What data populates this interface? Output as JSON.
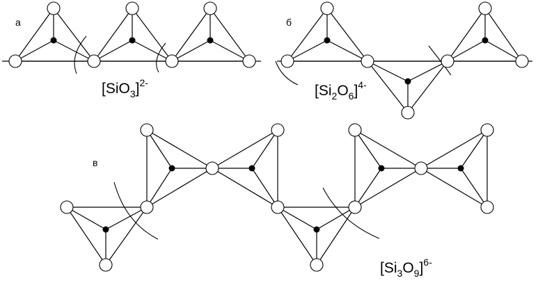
{
  "labels": {
    "a": "а",
    "b": "б",
    "v": "в"
  },
  "formulas": {
    "a": {
      "open": "[SiO",
      "sub": "3",
      "close": "]",
      "charge": "2-"
    },
    "b": {
      "open": "[Si",
      "sub1": "2",
      "mid": "O",
      "sub2": "6",
      "close": "]",
      "charge": "4-"
    },
    "v": {
      "open": "[Si",
      "sub1": "3",
      "mid": "O",
      "sub2": "9",
      "close": "]",
      "charge": "6-"
    }
  },
  "colors": {
    "line": "#000000",
    "oxygen_fill": "#ffffff",
    "silicon_fill": "#000000"
  }
}
